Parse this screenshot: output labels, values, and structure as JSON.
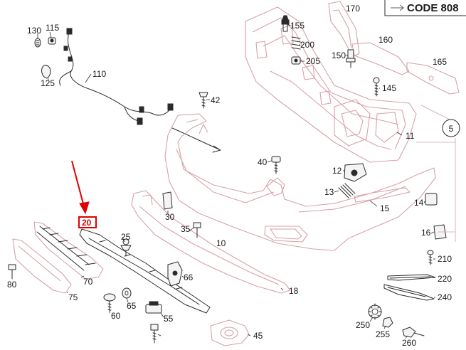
{
  "header": {
    "code_text": "CODE 808"
  },
  "labels": {
    "p10": "10",
    "p11": "11",
    "p12": "12",
    "p13": "13",
    "p14": "14",
    "p15": "15",
    "p16": "16",
    "p18": "18",
    "p20": "20",
    "p25": "25",
    "p30": "30",
    "p35": "35",
    "p40": "40",
    "p42": "42",
    "p45": "45",
    "p55": "55",
    "p60": "60",
    "p65": "65",
    "p66": "66",
    "p70": "70",
    "p75": "75",
    "p80": "80",
    "p110": "110",
    "p115": "115",
    "p125": "125",
    "p130": "130",
    "p145": "145",
    "p150": "150",
    "p155": "155",
    "p160": "160",
    "p165": "165",
    "p170": "170",
    "p200": "200",
    "p205": "205",
    "p210": "210",
    "p220": "220",
    "p240": "240",
    "p250": "250",
    "p255": "255",
    "p260": "260"
  },
  "group_marker": "5",
  "highlight": {
    "part": "20",
    "color": "#e00000"
  }
}
